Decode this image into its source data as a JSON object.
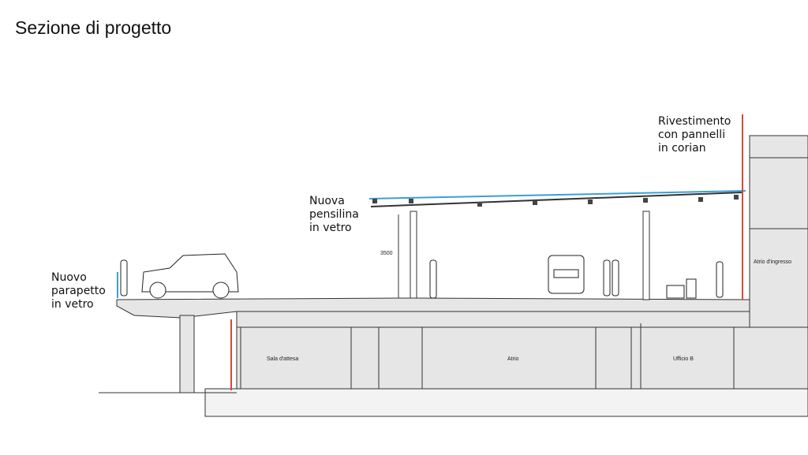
{
  "title": "Sezione di progetto",
  "annotations": {
    "parapet": [
      "Nuovo",
      "parapetto",
      "in vetro"
    ],
    "canopy": [
      "Nuova",
      "pensilina",
      "in vetro"
    ],
    "cladding": [
      "Rivestimento",
      "con pannelli",
      "in corian"
    ]
  },
  "dimension": "3500",
  "rooms": {
    "waiting": "Sala d'attesa",
    "atrium": "Atrio",
    "office": "Ufficio B",
    "entrance": "Atrio d'ingresso"
  },
  "colors": {
    "glass": "#3aa0d8",
    "cladding": "#d04a3a",
    "fill": "#e6e6e6"
  }
}
